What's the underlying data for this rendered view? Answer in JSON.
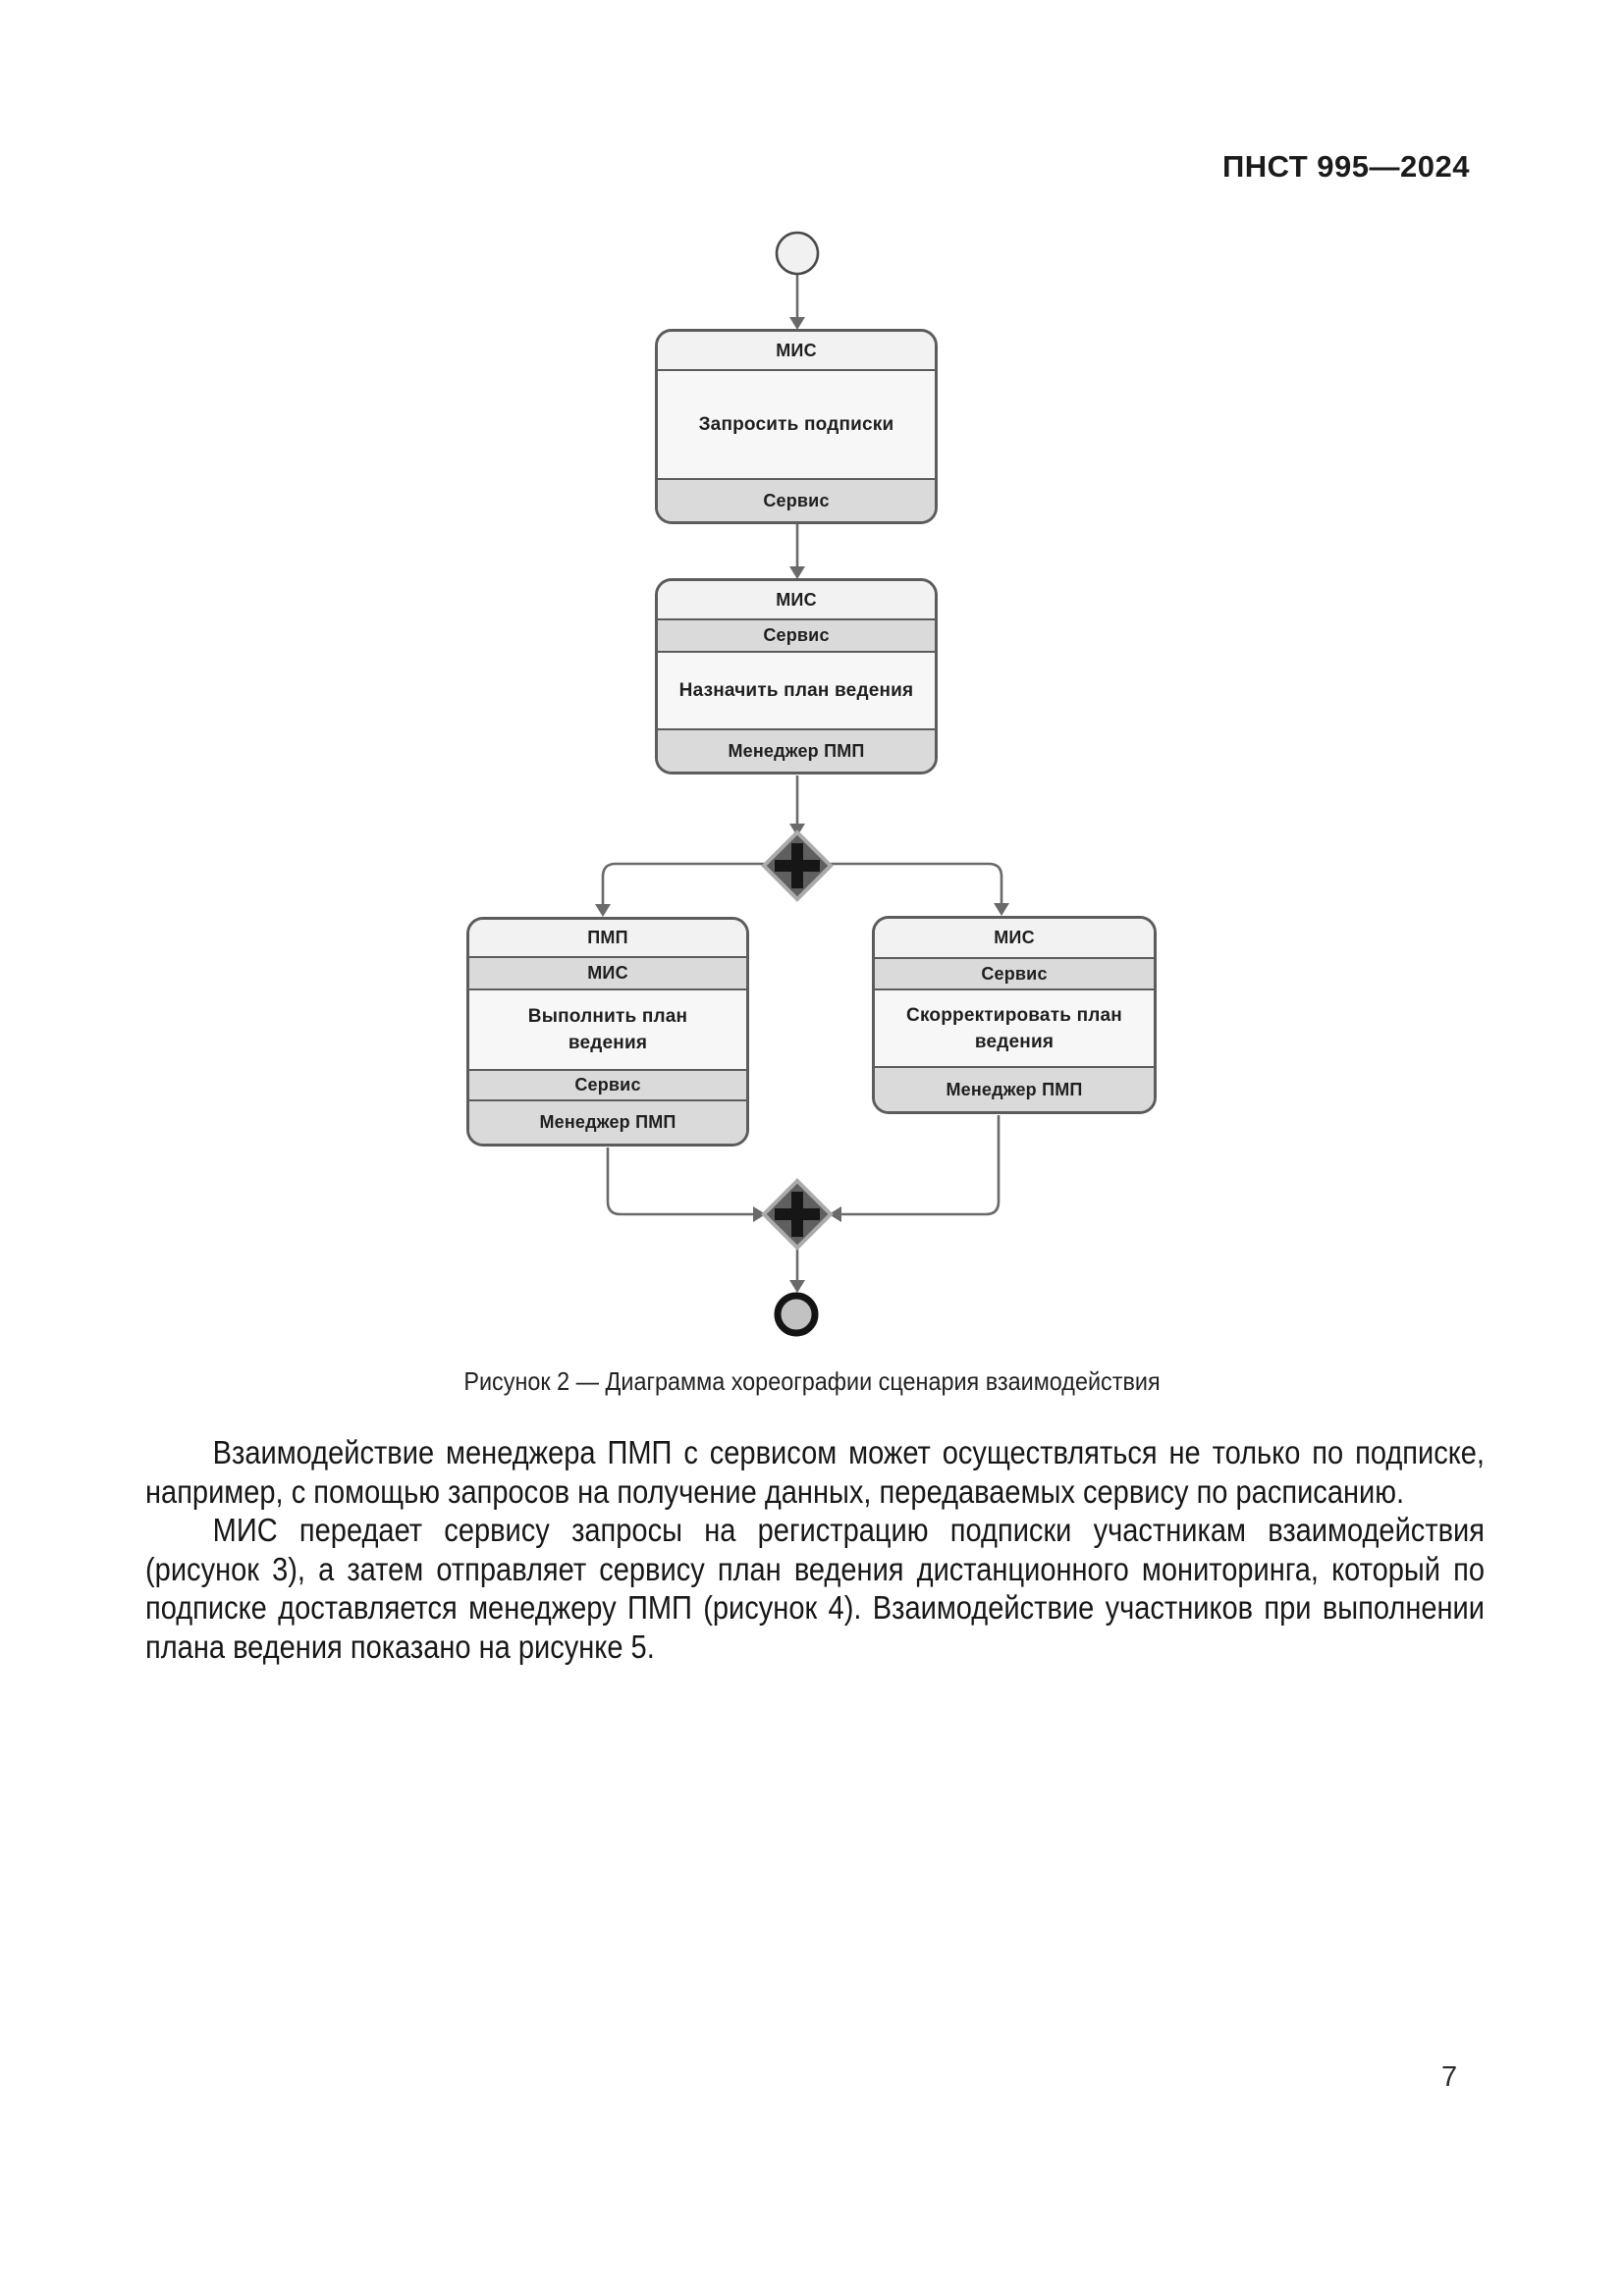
{
  "page": {
    "header": "ПНСТ 995—2024",
    "number": "7"
  },
  "diagram": {
    "caption": "Рисунок 2 — Диаграмма хореографии сценария взаимодействия",
    "tasks": {
      "request_subscriptions": {
        "participant_top": "МИС",
        "name": "Запросить подписки",
        "participant_bottom": "Сервис"
      },
      "assign_plan": {
        "participant_top": "МИС",
        "band_service": "Сервис",
        "name": "Назначить план ведения",
        "participant_bottom": "Менеджер ПМП"
      },
      "execute_plan": {
        "participant_top": "ПМП",
        "band_mis": "МИС",
        "name": "Выполнить план\nведения",
        "band_service": "Сервис",
        "participant_bottom": "Менеджер ПМП"
      },
      "adjust_plan": {
        "participant_top": "МИС",
        "band_service": "Сервис",
        "name": "Скорректировать план\nведения",
        "participant_bottom": "Менеджер ПМП"
      }
    }
  },
  "content": {
    "paragraph1": "Взаимодействие менеджера ПМП с сервисом может осуществляться не только по подписке, например, с помощью запросов на получение данных, передаваемых сервису по расписанию.",
    "paragraph2": "МИС передает сервису запросы на регистрацию подписки участникам взаимодействия (рисунок 3), а затем отправляет сервису план ведения дистанционного мониторинга, который по подписке доставляется менеджеру ПМП (рисунок 4). Взаимодействие участников при выполнении плана ведения показано на рисунке 5."
  }
}
